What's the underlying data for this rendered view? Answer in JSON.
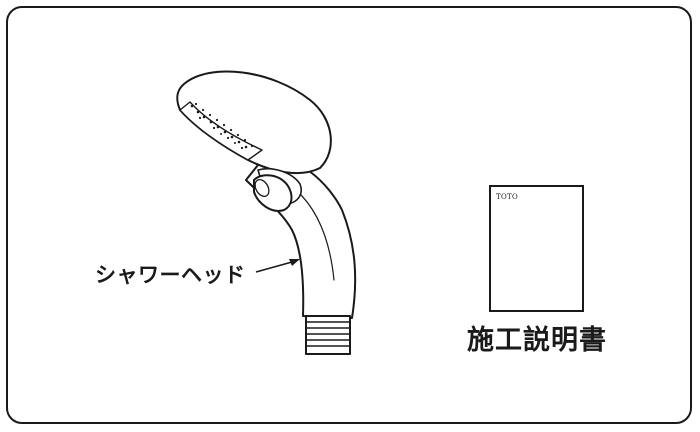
{
  "labels": {
    "shower_head": "シャワーヘッド",
    "manual": "施工説明書"
  },
  "manual_brand": "TOTO",
  "icons": {
    "shower_head": "shower-head-icon",
    "manual": "document-icon"
  },
  "colors": {
    "line": "#1a1a1a",
    "background": "#ffffff"
  }
}
